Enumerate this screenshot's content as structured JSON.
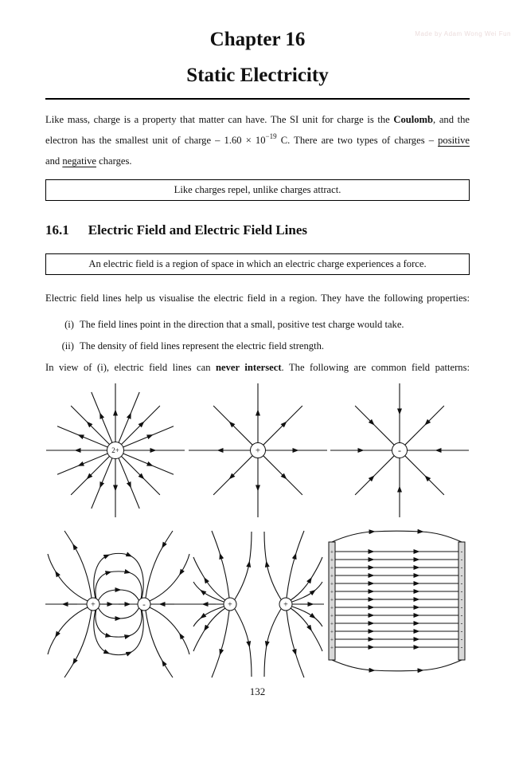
{
  "watermark": "Made by Adam Wong Wei Fun",
  "header": {
    "chapter_label": "Chapter 16",
    "chapter_title": "Static Electricity"
  },
  "intro": {
    "l1a": "Like mass, charge is a property that matter can have. The SI unit for charge is the ",
    "l1b": "Coulomb",
    "l1c": ", and the",
    "l2a": "electron has the smallest unit of charge – 1.60 × 10",
    "l2sup": "−19",
    "l2b": " C. There are two types of charges – ",
    "l2c": "positive",
    "l3a": "and ",
    "l3b": "negative",
    "l3c": " charges."
  },
  "box1": "Like charges repel, unlike charges attract.",
  "section": {
    "number": "16.1",
    "title": "Electric Field and Electric Field Lines"
  },
  "box2": "An electric field is a region of space in which an electric charge experiences a force.",
  "para2": "Electric field lines help us visualise the electric field in a region. They have the following properties:",
  "list": [
    {
      "marker": "(i)",
      "text": "The field lines point in the direction that a small, positive test charge would take."
    },
    {
      "marker": "(ii)",
      "text": "The density of field lines represent the electric field strength."
    }
  ],
  "para3": {
    "s1": "In view of (i), electric field lines can ",
    "s2": "never intersect",
    "s3": ". The following are common field patterns:"
  },
  "diagrams": {
    "single_double_positive": {
      "label": "2+",
      "rays": 16,
      "direction": "out"
    },
    "single_positive": {
      "label": "+",
      "rays": 8,
      "direction": "out"
    },
    "single_negative": {
      "label": "-",
      "rays": 8,
      "direction": "in"
    },
    "dipole": {
      "left_label": "+",
      "right_label": "-"
    },
    "like_charges": {
      "left_label": "+",
      "right_label": "+"
    },
    "parallel_plates": {
      "left_sign": "+",
      "right_sign": "-",
      "line_count": 13
    }
  },
  "footer": {
    "page_number": "132"
  },
  "colors": {
    "ink": "#111111",
    "plate_fill": "#d8d8d8",
    "watermark": "#ecdddd"
  }
}
